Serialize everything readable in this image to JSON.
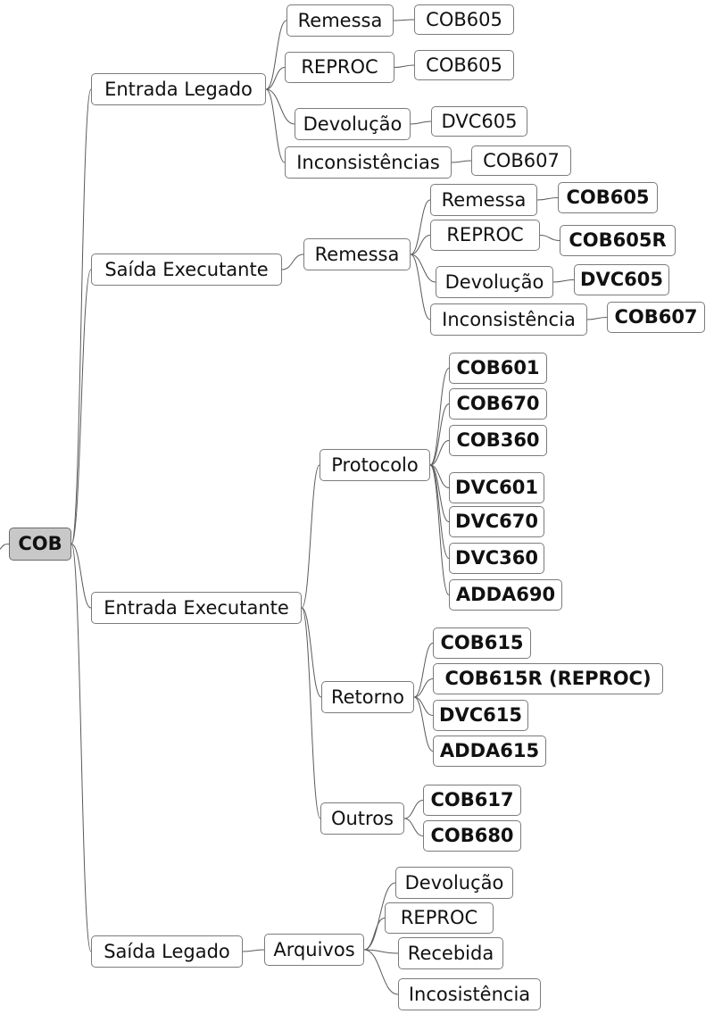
{
  "root": {
    "label": "COB"
  },
  "entrada_legado": {
    "label": "Entrada Legado",
    "children": [
      {
        "label": "Remessa",
        "file": "COB605"
      },
      {
        "label": "REPROC",
        "file": "COB605"
      },
      {
        "label": "Devolução",
        "file": "DVC605"
      },
      {
        "label": "Inconsistências",
        "file": "COB607"
      }
    ]
  },
  "saida_executante": {
    "label": "Saída Executante",
    "remessa": {
      "label": "Remessa",
      "children": [
        {
          "label": "Remessa",
          "file": "COB605"
        },
        {
          "label": "REPROC",
          "file": "COB605R"
        },
        {
          "label": "Devolução",
          "file": "DVC605"
        },
        {
          "label": "Inconsistência",
          "file": "COB607"
        }
      ]
    }
  },
  "entrada_executante": {
    "label": "Entrada Executante",
    "protocolo": {
      "label": "Protocolo",
      "files": [
        "COB601",
        "COB670",
        "COB360",
        "DVC601",
        "DVC670",
        "DVC360",
        "ADDA690"
      ]
    },
    "retorno": {
      "label": "Retorno",
      "files": [
        "COB615",
        "COB615R (REPROC)",
        "DVC615",
        "ADDA615"
      ]
    },
    "outros": {
      "label": "Outros",
      "files": [
        "COB617",
        "COB680"
      ]
    }
  },
  "saida_legado": {
    "label": "Saída Legado",
    "arquivos": {
      "label": "Arquivos",
      "children": [
        "Devolução",
        "REPROC",
        "Recebida",
        "Incosistência"
      ]
    }
  }
}
